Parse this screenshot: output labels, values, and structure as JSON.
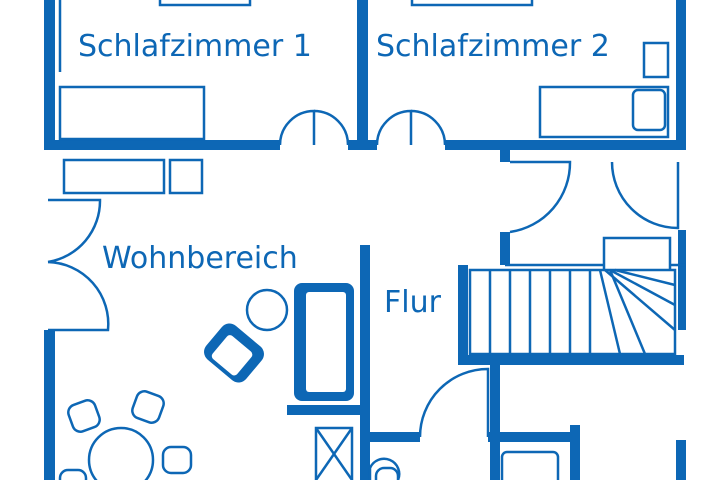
{
  "colors": {
    "wall": "#0d67b5",
    "background": "#ffffff"
  },
  "rooms": {
    "bedroom1": "Schlafzimmer 1",
    "bedroom2": "Schlafzimmer 2",
    "living": "Wohnbereich",
    "hall": "Flur"
  }
}
